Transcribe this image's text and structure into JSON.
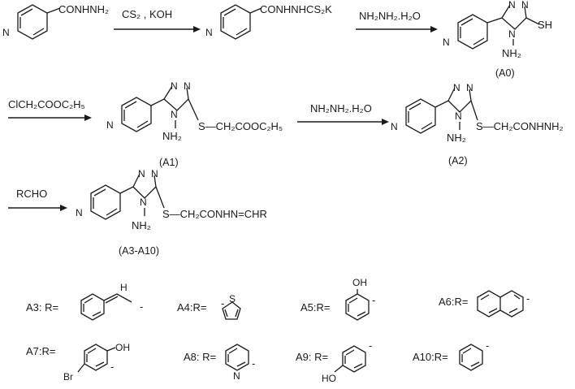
{
  "scheme": {
    "step1": {
      "reactant": "CONHNH₂",
      "reagent": "CS₂ , KOH",
      "product": "CONHNHCS₂K"
    },
    "step2": {
      "reagent": "NH₂NH₂.H₂O",
      "product_sub": "SH",
      "product_nh2": "NH₂",
      "product_label": "(A0)"
    },
    "step3": {
      "reagent": "ClCH₂COOC₂H₅",
      "product_chain": "S—CH₂COOC₂H₅",
      "product_nh2": "NH₂",
      "product_label": "(A1)"
    },
    "step4": {
      "reagent": "NH₂NH₂.H₂O",
      "product_chain": "S—CH₂CONHNH₂",
      "product_nh2": "NH₂",
      "product_label": "(A2)"
    },
    "step5": {
      "reagent": "RCHO",
      "product_chain": "S—CH₂CONHN=CHR",
      "product_nh2": "NH₂",
      "product_label": "(A3-A10)"
    },
    "atoms": {
      "n": "N",
      "oh": "OH",
      "br": "Br",
      "ho": "HO",
      "h": "H",
      "s": "S",
      "minus": "-"
    },
    "substituents": [
      {
        "id": "A3",
        "label": "A3: R="
      },
      {
        "id": "A4",
        "label": "A4:R="
      },
      {
        "id": "A5",
        "label": "A5:R="
      },
      {
        "id": "A6",
        "label": "A6:R="
      },
      {
        "id": "A7",
        "label": "A7:R="
      },
      {
        "id": "A8",
        "label": "A8: R="
      },
      {
        "id": "A9",
        "label": "A9: R="
      },
      {
        "id": "A10",
        "label": "A10:R="
      }
    ]
  }
}
